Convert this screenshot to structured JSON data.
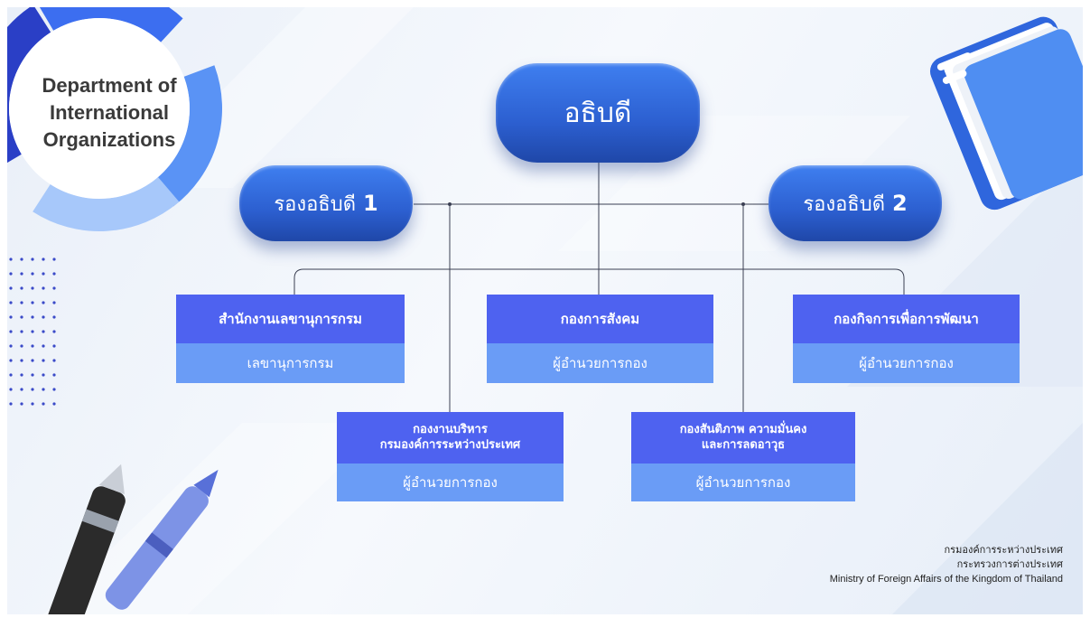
{
  "logo": {
    "line1": "Department of",
    "line2": "International",
    "line3": "Organizations"
  },
  "director": "อธิบดี",
  "deputies": [
    {
      "label": "รองอธิบดี",
      "num": "1"
    },
    {
      "label": "รองอธิบดี",
      "num": "2"
    }
  ],
  "divisions": {
    "secretary": {
      "title": "สำนักงานเลขานุการกรม",
      "head": "เลขานุการกรม"
    },
    "social": {
      "title": "กองการสังคม",
      "head": "ผู้อำนวยการกอง"
    },
    "development": {
      "title": "กองกิจการเพื่อการพัฒนา",
      "head": "ผู้อำนวยการกอง"
    },
    "admin": {
      "title_line1": "กองงานบริหาร",
      "title_line2": "กรมองค์การระหว่างประเทศ",
      "head": "ผู้อำนวยการกอง"
    },
    "peace": {
      "title_line1": "กองสันติภาพ ความมั่นคง",
      "title_line2": "และการลดอาวุธ",
      "head": "ผู้อำนวยการกอง"
    }
  },
  "footer": {
    "line1": "กรมองค์การระหว่างประเทศ",
    "line2": "กระทรวงการต่างประเทศ",
    "line3": "Ministry of Foreign Affairs of the Kingdom of Thailand"
  },
  "colors": {
    "pill": "#2f66dd",
    "box_header": "#4e62f0",
    "box_body": "#6a9cf6",
    "logo_ring": "#2a4ad0"
  }
}
